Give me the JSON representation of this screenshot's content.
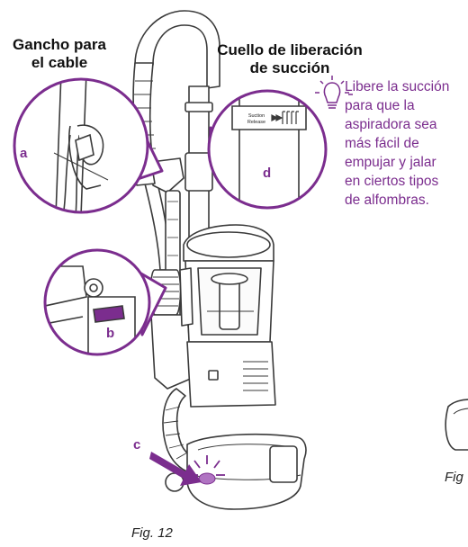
{
  "callouts": {
    "hook_label_line1": "Gancho para",
    "hook_label_line2": "el cable",
    "collar_label_line1": "Cuello de liberación",
    "collar_label_line2": "de succión"
  },
  "tip": {
    "lines": [
      "Libere la succión",
      "para que la",
      "aspiradora sea",
      "más fácil de",
      "empujar y jalar",
      "en ciertos tipos",
      "de alfombras."
    ],
    "icon": "lightbulb-icon"
  },
  "letters": {
    "a": "a",
    "b": "b",
    "c": "c",
    "d": "d"
  },
  "collar_marking": {
    "line1": "Suction",
    "line2": "Release"
  },
  "figures": {
    "main": "Fig. 12",
    "cropped": "Fig"
  },
  "colors": {
    "accent": "#7b2d8e",
    "line": "#3a3a3a",
    "fill": "#ffffff"
  }
}
